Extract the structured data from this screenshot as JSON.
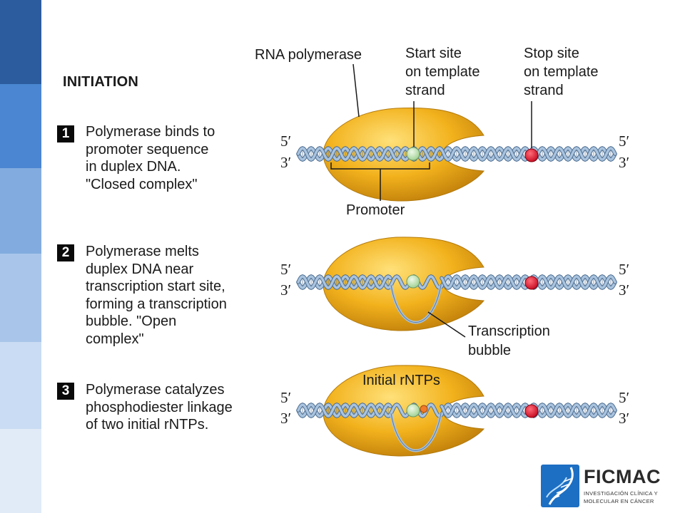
{
  "heading": "INITIATION",
  "steps": [
    {
      "number": "1",
      "lines": [
        "Polymerase binds to",
        "promoter sequence",
        "in duplex DNA.",
        "\"Closed complex\""
      ]
    },
    {
      "number": "2",
      "lines": [
        "Polymerase melts",
        "duplex DNA near",
        "transcription start site,",
        "forming a transcription",
        "bubble.  \"Open",
        "complex\""
      ]
    },
    {
      "number": "3",
      "lines": [
        "Polymerase catalyzes",
        "phosphodiester linkage",
        "of two initial rNTPs."
      ]
    }
  ],
  "labels": {
    "rna_polymerase": "RNA polymerase",
    "start_site": [
      "Start site",
      "on template",
      "strand"
    ],
    "stop_site": [
      "Stop site",
      "on template",
      "strand"
    ],
    "promoter": "Promoter",
    "transcription_bubble": [
      "Transcription",
      "bubble"
    ],
    "initial_rntps": "Initial rNTPs",
    "five_prime": "5′",
    "three_prime": "3′"
  },
  "colors": {
    "polymerase": "#f2b21d",
    "dna_strand": "#a9c3de",
    "start_site": "#bfe3b5",
    "stop_site": "#e8132b",
    "sidebar": [
      "#2c5c9d",
      "#4a86d1",
      "#82acdf",
      "#a9c6ea",
      "#c9dcf3",
      "#e1ebf8"
    ]
  },
  "logo": {
    "name": "FICMAC",
    "tagline": [
      "INVESTIGACIÓN CLÍNICA Y",
      "MOLECULAR EN CÁNCER"
    ]
  }
}
